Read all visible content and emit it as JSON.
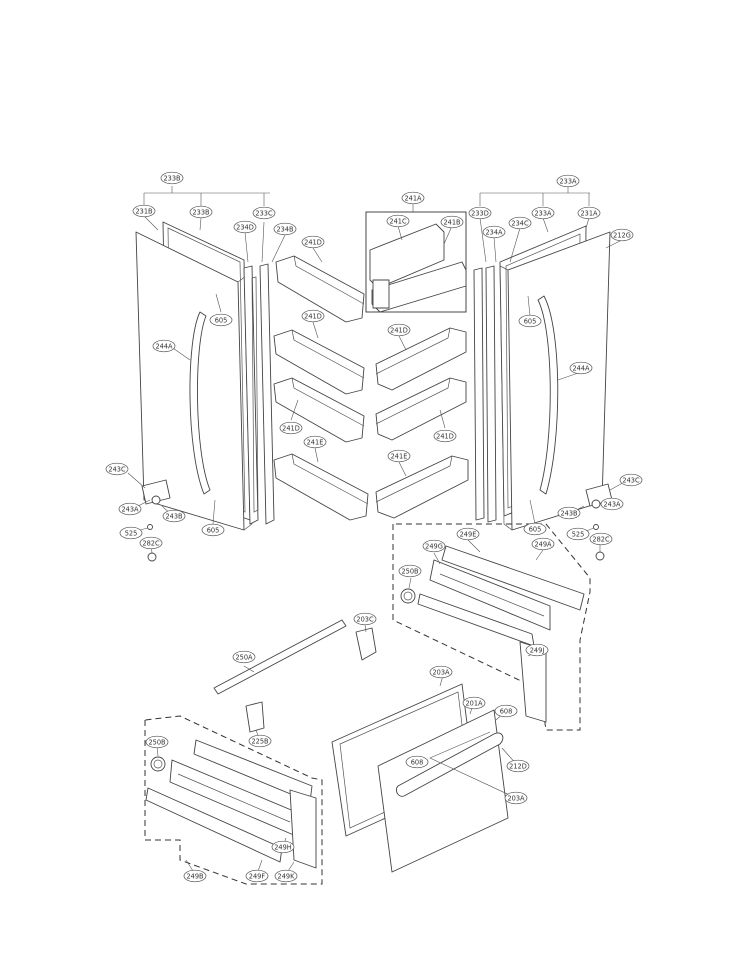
{
  "labels": {
    "l233B": "233B",
    "l231B": "231B",
    "l233B2": "233B",
    "l234D": "234D",
    "l233C": "233C",
    "l234B": "234B",
    "l241A": "241A",
    "l241C": "241C",
    "l241B": "241B",
    "l233A": "233A",
    "l233D": "233D",
    "l233A2": "233A",
    "l231A": "231A",
    "l234A": "234A",
    "l234C": "234C",
    "l212G": "212G",
    "l241D1": "241D",
    "l241D2": "241D",
    "l241D3": "241D",
    "l241D4": "241D",
    "l241D5": "241D",
    "l241E1": "241E",
    "l241E2": "241E",
    "l605L1": "605",
    "l605L2": "605",
    "l605R1": "605",
    "l605R2": "605",
    "l244A_L": "244A",
    "l244A_R": "244A",
    "l243C_L": "243C",
    "l243A_L": "243A",
    "l243B_L": "243B",
    "l525_L": "525",
    "l282C_L": "282C",
    "l243C_R": "243C",
    "l243A_R": "243A",
    "l243B_R": "243B",
    "l525_R": "525",
    "l282C_R": "282C",
    "l249E": "249E",
    "l249G": "249G",
    "l249A": "249A",
    "l250B_R": "250B",
    "l249J": "249J",
    "l203C": "203C",
    "l250A": "250A",
    "l203A": "203A",
    "l201A": "201A",
    "l608a": "608",
    "l608b": "608",
    "l212D": "212D",
    "l203A2": "203A",
    "l250B_L": "250B",
    "l225B": "225B",
    "l249H": "249H",
    "l249B": "249B",
    "l249F": "249F",
    "l249K": "249K"
  }
}
